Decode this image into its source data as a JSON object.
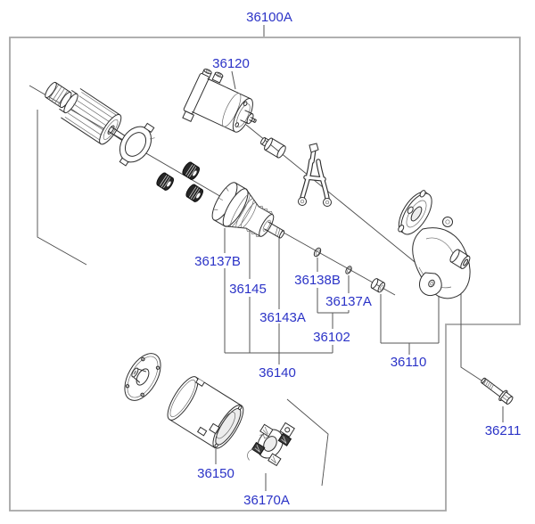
{
  "diagram": {
    "kind": "exploded-parts-diagram",
    "subject": "starter-motor-assembly"
  },
  "colors": {
    "label_blue": "#2b33c7",
    "line_dark": "#2e2e2e",
    "leader_gray": "#565656",
    "border_gray": "#a5a5a5",
    "background": "#ffffff"
  },
  "part_labels": {
    "p36100A": "36100A",
    "p36120": "36120",
    "p36137B": "36137B",
    "p36145": "36145",
    "p36138B": "36138B",
    "p36137A": "36137A",
    "p36143A": "36143A",
    "p36102": "36102",
    "p36140": "36140",
    "p36110": "36110",
    "p36211": "36211",
    "p36150": "36150",
    "p36170A": "36170A"
  },
  "drawings": [
    "armature",
    "commutator-end-gasket",
    "knurled-nut",
    "knurled-nut",
    "knurled-nut",
    "solenoid-switch",
    "plunger",
    "shift-fork",
    "overrunning-clutch-pinion",
    "snap-ring",
    "stop-collar",
    "bushing",
    "drive-end-bracket",
    "rear-end-plate",
    "yoke-housing",
    "brush-holder",
    "mounting-bolt"
  ]
}
